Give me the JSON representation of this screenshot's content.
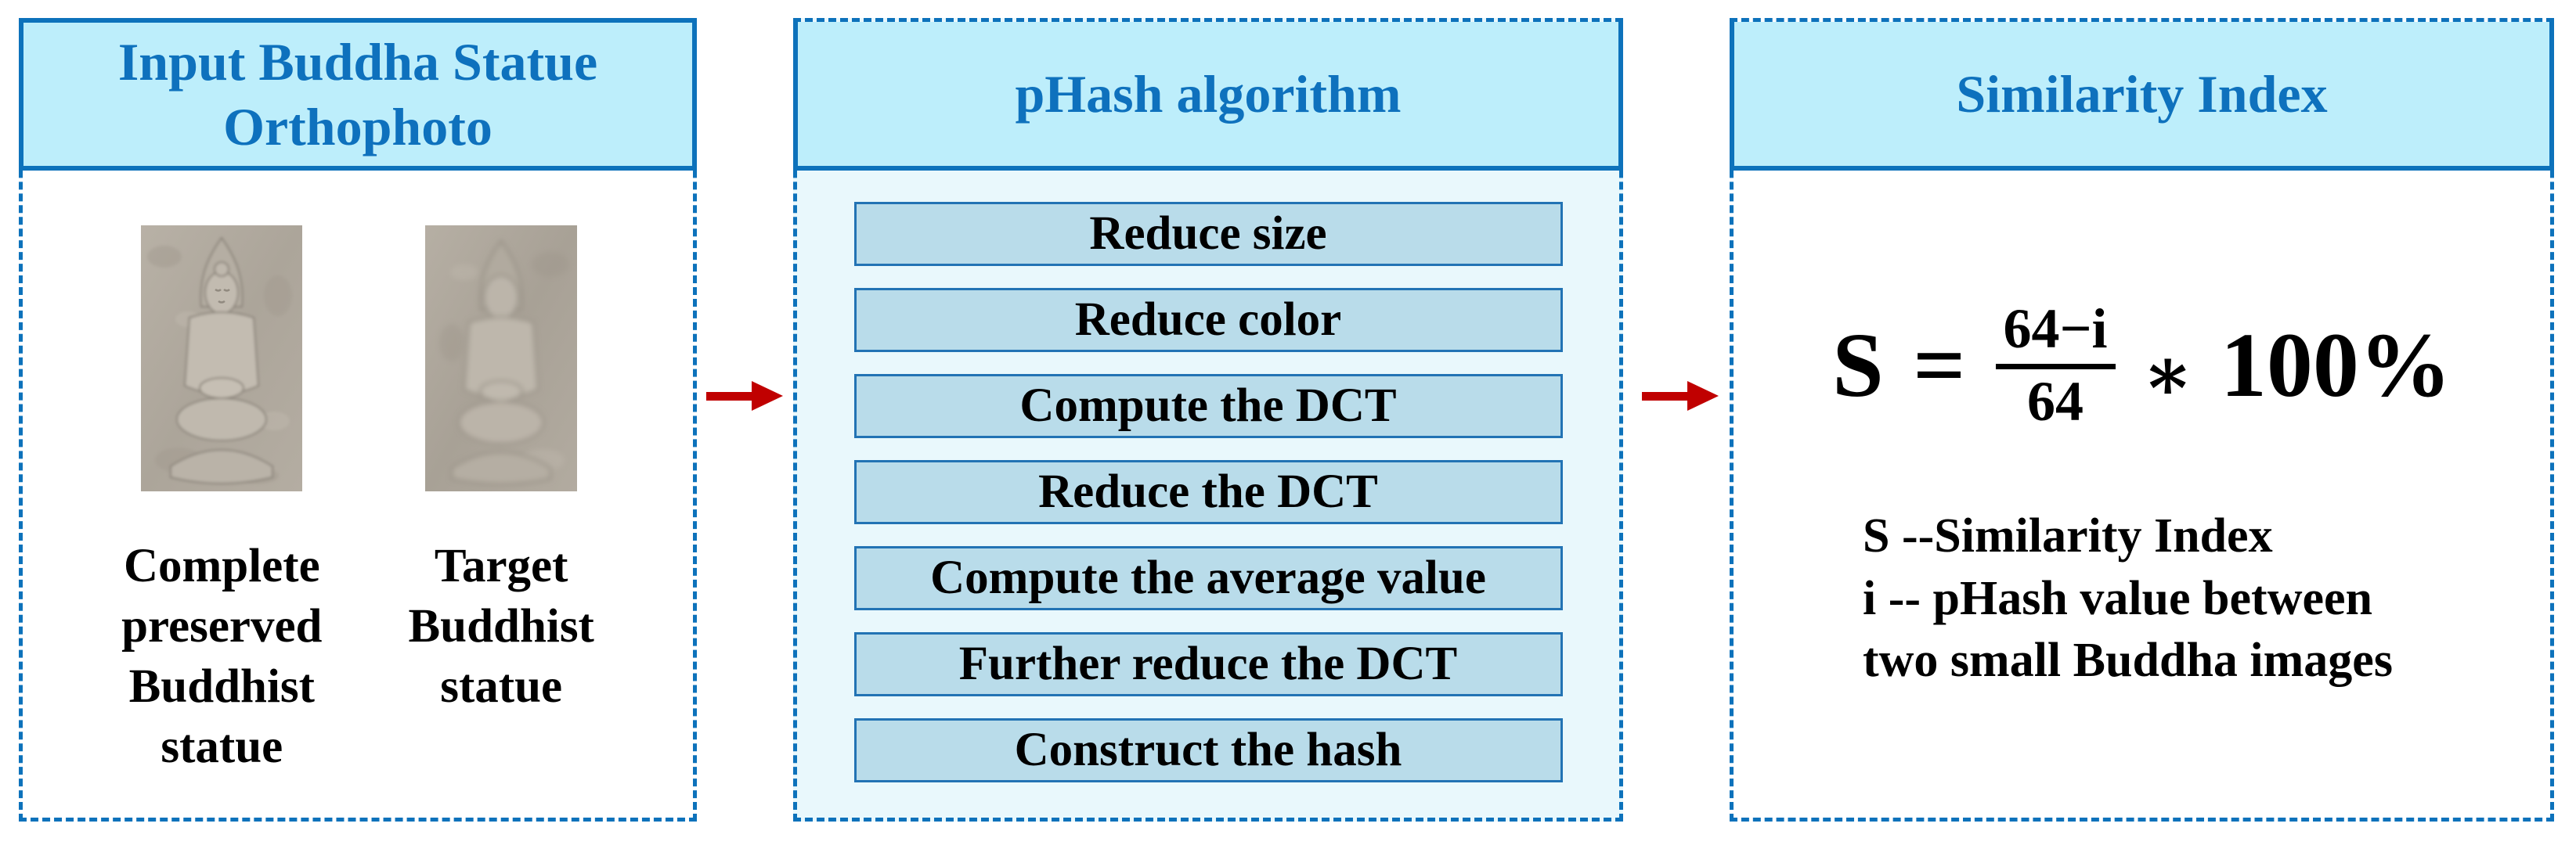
{
  "colors": {
    "border_blue": "#0d72bb",
    "header_fill": "#bdeefb",
    "header_text": "#0e71bd",
    "step_fill": "#b9dcea",
    "step_border": "#2273b4",
    "middle_body_fill": "#e9f8fc",
    "arrow_red": "#c00000",
    "body_text": "#000000"
  },
  "input_column": {
    "title_lines": [
      "Input Buddha Statue",
      "Orthophoto"
    ],
    "statues": [
      {
        "image": "complete-preserved-buddha-orthophoto",
        "caption_lines": [
          "Complete",
          "preserved",
          "Buddhist",
          "statue"
        ]
      },
      {
        "image": "target-buddha-orthophoto",
        "caption_lines": [
          "Target",
          "Buddhist",
          "statue"
        ]
      }
    ]
  },
  "phash_column": {
    "title": "pHash algorithm",
    "steps": [
      "Reduce size",
      "Reduce color",
      "Compute the DCT",
      "Reduce the DCT",
      "Compute the average value",
      "Further reduce the DCT",
      "Construct the hash"
    ]
  },
  "similarity_column": {
    "title": "Similarity Index",
    "formula": {
      "lhs": "S =",
      "numerator": "64−i",
      "denominator": "64",
      "operator": "∗",
      "result": "100%"
    },
    "notes": [
      "S --Similarity Index",
      "i -- pHash value between",
      "two small Buddha images"
    ]
  }
}
